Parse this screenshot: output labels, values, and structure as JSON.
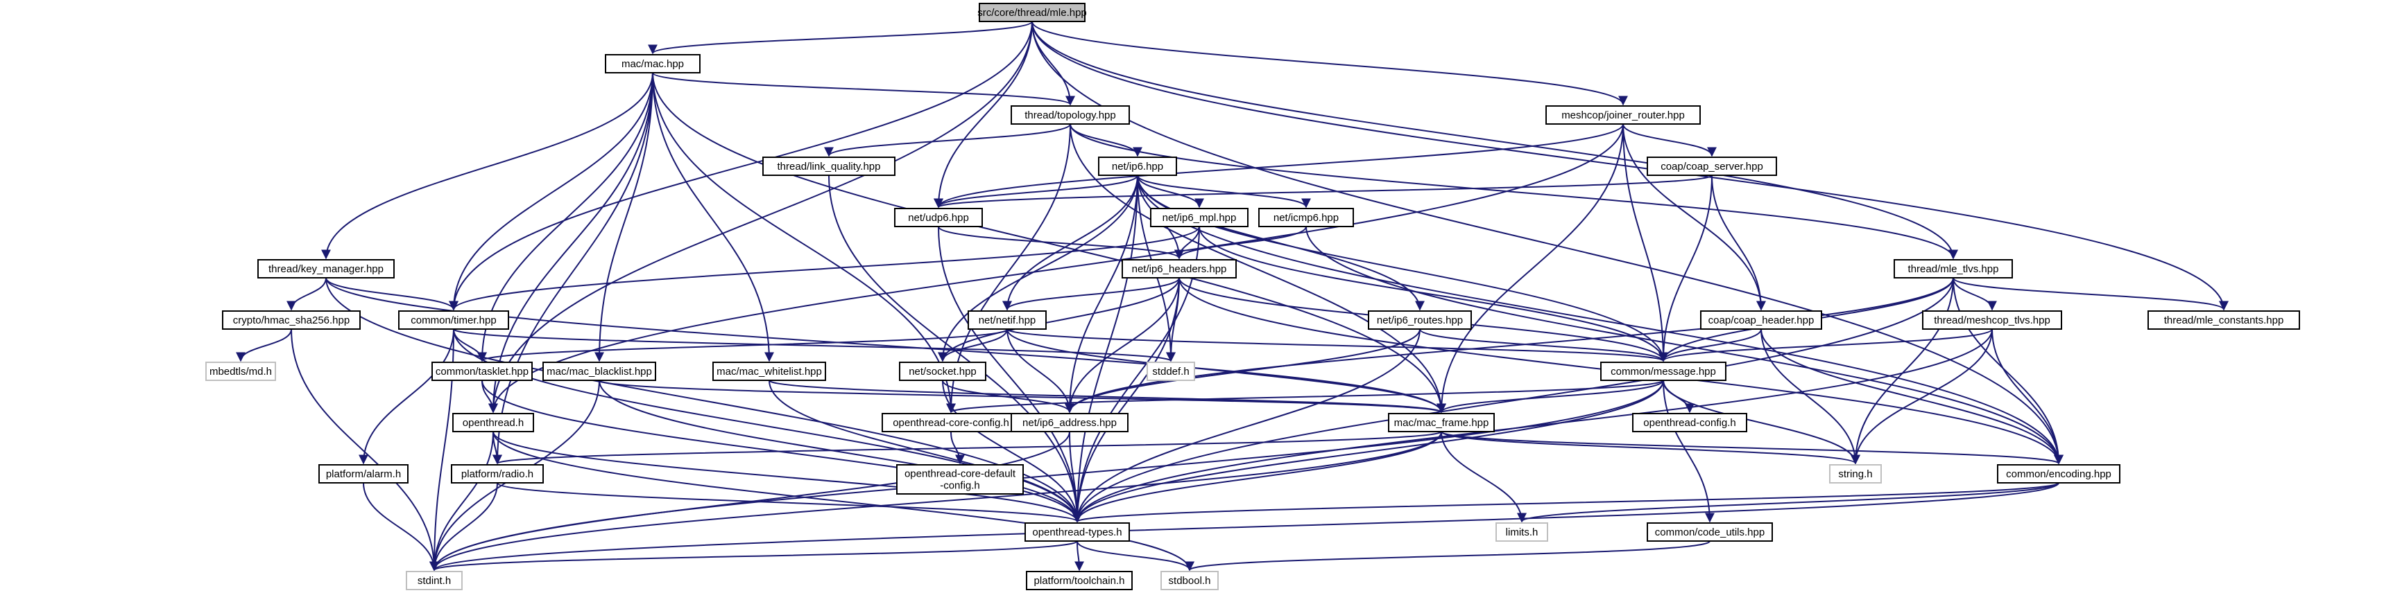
{
  "nodes": [
    {
      "id": "root",
      "lines": [
        "src/core/thread/mle.hpp"
      ],
      "kind": "root"
    },
    {
      "id": "mac_hpp",
      "lines": [
        "mac/mac.hpp"
      ],
      "kind": "file"
    },
    {
      "id": "topology",
      "lines": [
        "thread/topology.hpp"
      ],
      "kind": "file"
    },
    {
      "id": "joiner_router",
      "lines": [
        "meshcop/joiner_router.hpp"
      ],
      "kind": "file"
    },
    {
      "id": "link_quality",
      "lines": [
        "thread/link_quality.hpp"
      ],
      "kind": "file"
    },
    {
      "id": "ip6",
      "lines": [
        "net/ip6.hpp"
      ],
      "kind": "file"
    },
    {
      "id": "coap_server",
      "lines": [
        "coap/coap_server.hpp"
      ],
      "kind": "file"
    },
    {
      "id": "udp6",
      "lines": [
        "net/udp6.hpp"
      ],
      "kind": "file"
    },
    {
      "id": "ip6_mpl",
      "lines": [
        "net/ip6_mpl.hpp"
      ],
      "kind": "file"
    },
    {
      "id": "icmp6",
      "lines": [
        "net/icmp6.hpp"
      ],
      "kind": "file"
    },
    {
      "id": "key_manager",
      "lines": [
        "thread/key_manager.hpp"
      ],
      "kind": "file"
    },
    {
      "id": "ip6_headers",
      "lines": [
        "net/ip6_headers.hpp"
      ],
      "kind": "file"
    },
    {
      "id": "mle_tlvs",
      "lines": [
        "thread/mle_tlvs.hpp"
      ],
      "kind": "file"
    },
    {
      "id": "hmac",
      "lines": [
        "crypto/hmac_sha256.hpp"
      ],
      "kind": "file"
    },
    {
      "id": "timer",
      "lines": [
        "common/timer.hpp"
      ],
      "kind": "file"
    },
    {
      "id": "netif",
      "lines": [
        "net/netif.hpp"
      ],
      "kind": "file"
    },
    {
      "id": "ip6_routes",
      "lines": [
        "net/ip6_routes.hpp"
      ],
      "kind": "file"
    },
    {
      "id": "coap_header",
      "lines": [
        "coap/coap_header.hpp"
      ],
      "kind": "file"
    },
    {
      "id": "meshcop_tlvs",
      "lines": [
        "thread/meshcop_tlvs.hpp"
      ],
      "kind": "file"
    },
    {
      "id": "mle_constants",
      "lines": [
        "thread/mle_constants.hpp"
      ],
      "kind": "file"
    },
    {
      "id": "mbedtls_md",
      "lines": [
        "mbedtls/md.h"
      ],
      "kind": "system"
    },
    {
      "id": "tasklet",
      "lines": [
        "common/tasklet.hpp"
      ],
      "kind": "file"
    },
    {
      "id": "mac_blacklist",
      "lines": [
        "mac/mac_blacklist.hpp"
      ],
      "kind": "file"
    },
    {
      "id": "mac_whitelist",
      "lines": [
        "mac/mac_whitelist.hpp"
      ],
      "kind": "file"
    },
    {
      "id": "socket",
      "lines": [
        "net/socket.hpp"
      ],
      "kind": "file"
    },
    {
      "id": "stddef",
      "lines": [
        "stddef.h"
      ],
      "kind": "system"
    },
    {
      "id": "message",
      "lines": [
        "common/message.hpp"
      ],
      "kind": "file"
    },
    {
      "id": "openthread_h",
      "lines": [
        "openthread.h"
      ],
      "kind": "file"
    },
    {
      "id": "core_config",
      "lines": [
        "openthread-core-config.h"
      ],
      "kind": "file"
    },
    {
      "id": "ip6_address",
      "lines": [
        "net/ip6_address.hpp"
      ],
      "kind": "file"
    },
    {
      "id": "mac_frame",
      "lines": [
        "mac/mac_frame.hpp"
      ],
      "kind": "file"
    },
    {
      "id": "ot_config",
      "lines": [
        "openthread-config.h"
      ],
      "kind": "file"
    },
    {
      "id": "alarm",
      "lines": [
        "platform/alarm.h"
      ],
      "kind": "file"
    },
    {
      "id": "radio",
      "lines": [
        "platform/radio.h"
      ],
      "kind": "file"
    },
    {
      "id": "core_default_config",
      "lines": [
        "openthread-core-default",
        "-config.h"
      ],
      "kind": "file"
    },
    {
      "id": "string_h",
      "lines": [
        "string.h"
      ],
      "kind": "system"
    },
    {
      "id": "encoding",
      "lines": [
        "common/encoding.hpp"
      ],
      "kind": "file"
    },
    {
      "id": "ot_types",
      "lines": [
        "openthread-types.h"
      ],
      "kind": "file"
    },
    {
      "id": "limits",
      "lines": [
        "limits.h"
      ],
      "kind": "system"
    },
    {
      "id": "code_utils",
      "lines": [
        "common/code_utils.hpp"
      ],
      "kind": "file"
    },
    {
      "id": "stdint",
      "lines": [
        "stdint.h"
      ],
      "kind": "system"
    },
    {
      "id": "toolchain",
      "lines": [
        "platform/toolchain.h"
      ],
      "kind": "file"
    },
    {
      "id": "stdbool",
      "lines": [
        "stdbool.h"
      ],
      "kind": "system"
    }
  ],
  "edges": [
    [
      "root",
      "mac_hpp"
    ],
    [
      "root",
      "topology"
    ],
    [
      "root",
      "joiner_router"
    ],
    [
      "root",
      "udp6"
    ],
    [
      "root",
      "mle_tlvs"
    ],
    [
      "root",
      "timer"
    ],
    [
      "root",
      "mle_constants"
    ],
    [
      "root",
      "openthread_h"
    ],
    [
      "root",
      "encoding"
    ],
    [
      "mac_hpp",
      "topology"
    ],
    [
      "mac_hpp",
      "key_manager"
    ],
    [
      "mac_hpp",
      "timer"
    ],
    [
      "mac_hpp",
      "tasklet"
    ],
    [
      "mac_hpp",
      "mac_blacklist"
    ],
    [
      "mac_hpp",
      "mac_whitelist"
    ],
    [
      "mac_hpp",
      "mac_frame"
    ],
    [
      "mac_hpp",
      "core_config"
    ],
    [
      "mac_hpp",
      "radio"
    ],
    [
      "mac_hpp",
      "openthread_h"
    ],
    [
      "topology",
      "link_quality"
    ],
    [
      "topology",
      "ip6"
    ],
    [
      "topology",
      "mac_frame"
    ],
    [
      "topology",
      "mle_tlvs"
    ],
    [
      "topology",
      "core_config"
    ],
    [
      "joiner_router",
      "coap_server"
    ],
    [
      "joiner_router",
      "udp6"
    ],
    [
      "joiner_router",
      "coap_header"
    ],
    [
      "joiner_router",
      "message"
    ],
    [
      "joiner_router",
      "mac_frame"
    ],
    [
      "joiner_router",
      "openthread_h"
    ],
    [
      "link_quality",
      "ot_types"
    ],
    [
      "ip6",
      "udp6"
    ],
    [
      "ip6",
      "ip6_mpl"
    ],
    [
      "ip6",
      "icmp6"
    ],
    [
      "ip6",
      "ip6_headers"
    ],
    [
      "ip6",
      "netif"
    ],
    [
      "ip6",
      "ip6_routes"
    ],
    [
      "ip6",
      "socket"
    ],
    [
      "ip6",
      "stddef"
    ],
    [
      "ip6",
      "message"
    ],
    [
      "ip6",
      "ip6_address"
    ],
    [
      "ip6",
      "ot_types"
    ],
    [
      "ip6",
      "encoding"
    ],
    [
      "coap_server",
      "udp6"
    ],
    [
      "coap_server",
      "coap_header"
    ],
    [
      "coap_server",
      "message"
    ],
    [
      "udp6",
      "ip6_headers"
    ],
    [
      "udp6",
      "ot_types"
    ],
    [
      "ip6_mpl",
      "ip6_headers"
    ],
    [
      "ip6_mpl",
      "timer"
    ],
    [
      "ip6_mpl",
      "message"
    ],
    [
      "ip6_mpl",
      "ot_types"
    ],
    [
      "icmp6",
      "ip6_headers"
    ],
    [
      "icmp6",
      "encoding"
    ],
    [
      "key_manager",
      "hmac"
    ],
    [
      "key_manager",
      "timer"
    ],
    [
      "key_manager",
      "mac_frame"
    ],
    [
      "key_manager",
      "ot_types"
    ],
    [
      "ip6_headers",
      "netif"
    ],
    [
      "ip6_headers",
      "socket"
    ],
    [
      "ip6_headers",
      "stddef"
    ],
    [
      "ip6_headers",
      "message"
    ],
    [
      "ip6_headers",
      "ip6_address"
    ],
    [
      "ip6_headers",
      "encoding"
    ],
    [
      "ip6_headers",
      "ot_types"
    ],
    [
      "mle_tlvs",
      "meshcop_tlvs"
    ],
    [
      "mle_tlvs",
      "mle_constants"
    ],
    [
      "mle_tlvs",
      "message"
    ],
    [
      "mle_tlvs",
      "ip6_address"
    ],
    [
      "mle_tlvs",
      "string_h"
    ],
    [
      "mle_tlvs",
      "encoding"
    ],
    [
      "mle_tlvs",
      "ot_types"
    ],
    [
      "hmac",
      "mbedtls_md"
    ],
    [
      "hmac",
      "stdint"
    ],
    [
      "timer",
      "tasklet"
    ],
    [
      "timer",
      "stddef"
    ],
    [
      "timer",
      "alarm"
    ],
    [
      "timer",
      "ot_types"
    ],
    [
      "timer",
      "stdint"
    ],
    [
      "netif",
      "tasklet"
    ],
    [
      "netif",
      "socket"
    ],
    [
      "netif",
      "message"
    ],
    [
      "netif",
      "ip6_address"
    ],
    [
      "netif",
      "mac_frame"
    ],
    [
      "ip6_routes",
      "message"
    ],
    [
      "ip6_routes",
      "ip6_address"
    ],
    [
      "ip6_routes",
      "ot_types"
    ],
    [
      "coap_header",
      "message"
    ],
    [
      "coap_header",
      "string_h"
    ],
    [
      "coap_header",
      "encoding"
    ],
    [
      "meshcop_tlvs",
      "message"
    ],
    [
      "meshcop_tlvs",
      "string_h"
    ],
    [
      "meshcop_tlvs",
      "encoding"
    ],
    [
      "meshcop_tlvs",
      "ot_types"
    ],
    [
      "tasklet",
      "openthread_h"
    ],
    [
      "tasklet",
      "ot_types"
    ],
    [
      "mac_blacklist",
      "mac_frame"
    ],
    [
      "mac_blacklist",
      "ot_types"
    ],
    [
      "mac_blacklist",
      "stdint"
    ],
    [
      "mac_whitelist",
      "mac_frame"
    ],
    [
      "mac_whitelist",
      "ot_types"
    ],
    [
      "socket",
      "ip6_address"
    ],
    [
      "socket",
      "ot_types"
    ],
    [
      "message",
      "core_config"
    ],
    [
      "message",
      "mac_frame"
    ],
    [
      "message",
      "ot_config"
    ],
    [
      "message",
      "code_utils"
    ],
    [
      "message",
      "string_h"
    ],
    [
      "message",
      "ot_types"
    ],
    [
      "message",
      "stdint"
    ],
    [
      "openthread_h",
      "radio"
    ],
    [
      "openthread_h",
      "ot_types"
    ],
    [
      "openthread_h",
      "stdint"
    ],
    [
      "openthread_h",
      "stdbool"
    ],
    [
      "core_config",
      "core_default_config"
    ],
    [
      "ip6_address",
      "ot_types"
    ],
    [
      "ip6_address",
      "stdint"
    ],
    [
      "mac_frame",
      "radio"
    ],
    [
      "mac_frame",
      "limits"
    ],
    [
      "mac_frame",
      "string_h"
    ],
    [
      "mac_frame",
      "encoding"
    ],
    [
      "mac_frame",
      "ot_types"
    ],
    [
      "mac_frame",
      "stdint"
    ],
    [
      "alarm",
      "stdint"
    ],
    [
      "radio",
      "ot_types"
    ],
    [
      "radio",
      "stdint"
    ],
    [
      "encoding",
      "limits"
    ],
    [
      "encoding",
      "ot_types"
    ],
    [
      "encoding",
      "stdint"
    ],
    [
      "code_utils",
      "stdbool"
    ],
    [
      "ot_types",
      "toolchain"
    ],
    [
      "ot_types",
      "stdint"
    ],
    [
      "ot_types",
      "stdbool"
    ]
  ]
}
